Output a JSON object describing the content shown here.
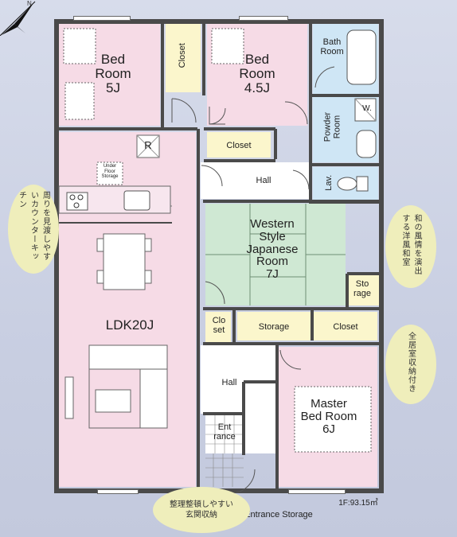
{
  "rooms": {
    "bed5": {
      "name": "Bed\nRoom\n5J"
    },
    "closet1": {
      "name": "Closet"
    },
    "bed45": {
      "name": "Bed\nRoom\n4.5J"
    },
    "bath": {
      "name": "Bath\nRoom"
    },
    "powder": {
      "name": "Powder\nRoom"
    },
    "closet2": {
      "name": "Closet"
    },
    "hall_upper": {
      "name": "Hall"
    },
    "lav": {
      "name": "Lav."
    },
    "underfloor": {
      "name": "Under\nFloor\nStorage"
    },
    "western": {
      "name": "Western\nStyle\nJapanese\nRoom\n7J"
    },
    "storage_small": {
      "name": "Sto\nrage"
    },
    "ldk": {
      "name": "LDK20J"
    },
    "closet_small": {
      "name": "Clo\nset"
    },
    "storage_mid": {
      "name": "Storage"
    },
    "closet3": {
      "name": "Closet"
    },
    "hall_lower": {
      "name": "Hall"
    },
    "entrance": {
      "name": "Ent\nrance"
    },
    "master": {
      "name": "Master\nBed Room\n6J"
    },
    "entrance_storage": {
      "name": "Entrance Storage"
    }
  },
  "symbols": {
    "r_mark": "R",
    "w_mark": "W."
  },
  "bubbles": {
    "kitchen_note": "周りを見渡しやすいカウンターキッチン",
    "washitsu_note": "和の風情を演出する洋風和室",
    "storage_note": "全居室収納付き",
    "entrance_note": "整理整頓しやすい\n玄関収納"
  },
  "area": "1F:93.15㎡",
  "compass_letter": "N",
  "colors": {
    "pink": "#f6dbe6",
    "blue": "#cfe6f5",
    "cream": "#fbf6cc",
    "green": "#cfe8d3",
    "wall": "#4a4a4a",
    "bubble": "#efeebb"
  }
}
